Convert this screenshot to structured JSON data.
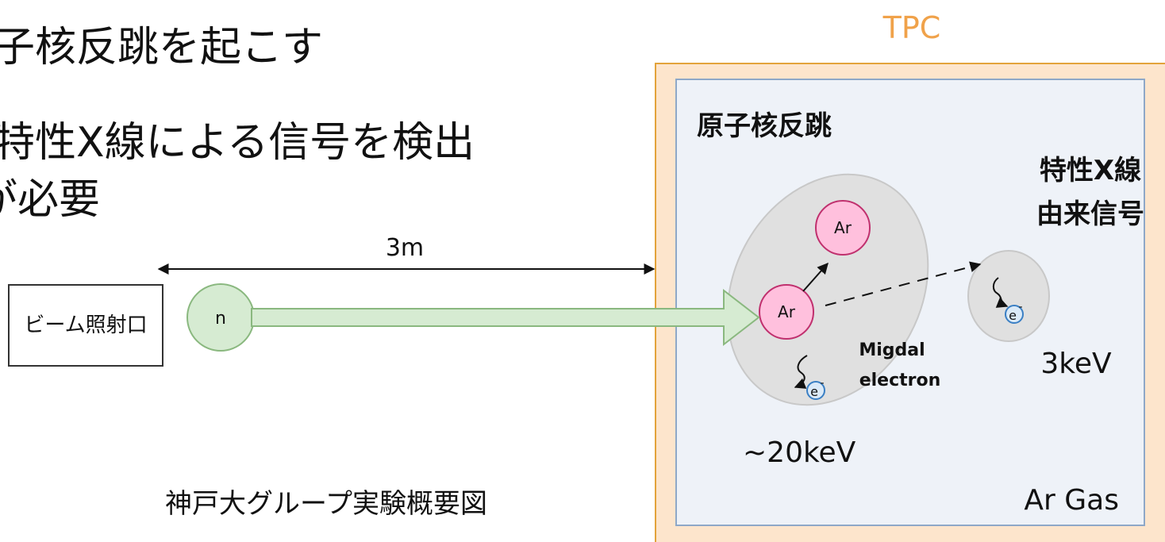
{
  "bullets": {
    "line1": "子核反跳を起こす",
    "line2": "特性X線による信号を検出",
    "line3": "が必要"
  },
  "caption": "神戸大グループ実験概要図",
  "beam_port": {
    "label": "ビーム照射口"
  },
  "neutron": {
    "label": "n"
  },
  "distance": {
    "label": "3m"
  },
  "tpc": {
    "title": "TPC",
    "gas": "Ar Gas",
    "recoil_label": "原子核反跳",
    "xray_label_line1": "特性X線",
    "xray_label_line2": "由来信号",
    "energy_recoil": "~20keV",
    "energy_xray": "3keV",
    "migdal_line1": "Migdal",
    "migdal_line2": "electron",
    "atom_label": "Ar",
    "electron_label": "e",
    "electron_charge": "-"
  },
  "colors": {
    "tpc_outer": "#fde5cc",
    "tpc_outer_border": "#e3a33b",
    "tpc_inner": "#eef2f8",
    "tpc_inner_border": "#8ea8c8",
    "tpc_title": "#f0a24a",
    "ellipse_fill": "#e0e0e0",
    "atom_fill": "#ffc0dd",
    "atom_border": "#c0306e",
    "neutron_fill": "#d6ebd2",
    "neutron_border": "#8ab87f",
    "beam_fill": "#d6ebd2",
    "beam_border": "#8ab87f",
    "electron_fill": "#dbeaf8",
    "electron_border": "#3a7fc4"
  }
}
